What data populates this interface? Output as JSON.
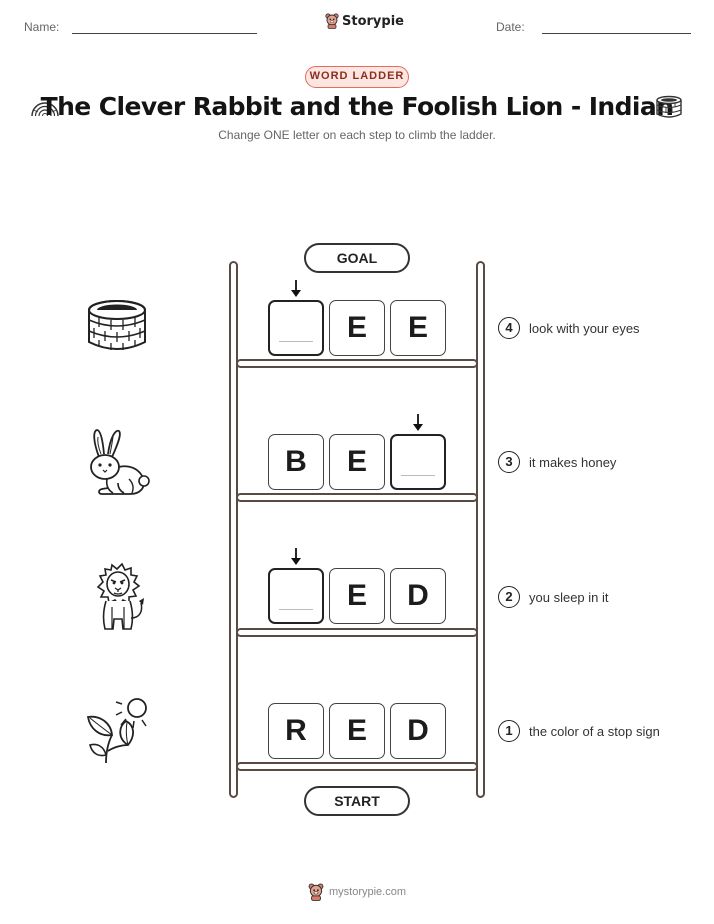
{
  "header": {
    "name_label": "Name:",
    "date_label": "Date:",
    "brand": "Storypie"
  },
  "badge": "WORD LADDER",
  "title": "The Clever Rabbit and the Foolish Lion - Indian",
  "subtitle": "Change ONE letter on each step to climb the ladder.",
  "goal_label": "GOAL",
  "start_label": "START",
  "steps": [
    {
      "number": "4",
      "clue": "look with your eyes",
      "letters": [
        "",
        "E",
        "E"
      ],
      "changed_index": 0,
      "picture": "well-icon"
    },
    {
      "number": "3",
      "clue": "it makes honey",
      "letters": [
        "B",
        "E",
        ""
      ],
      "changed_index": 2,
      "picture": "rabbit-icon"
    },
    {
      "number": "2",
      "clue": "you sleep in it",
      "letters": [
        "",
        "E",
        "D"
      ],
      "changed_index": 0,
      "picture": "lion-icon"
    },
    {
      "number": "1",
      "clue": "the color of a stop sign",
      "letters": [
        "R",
        "E",
        "D"
      ],
      "changed_index": null,
      "picture": "sun-and-leaves-icon"
    }
  ],
  "footer": "mystorypie.com"
}
